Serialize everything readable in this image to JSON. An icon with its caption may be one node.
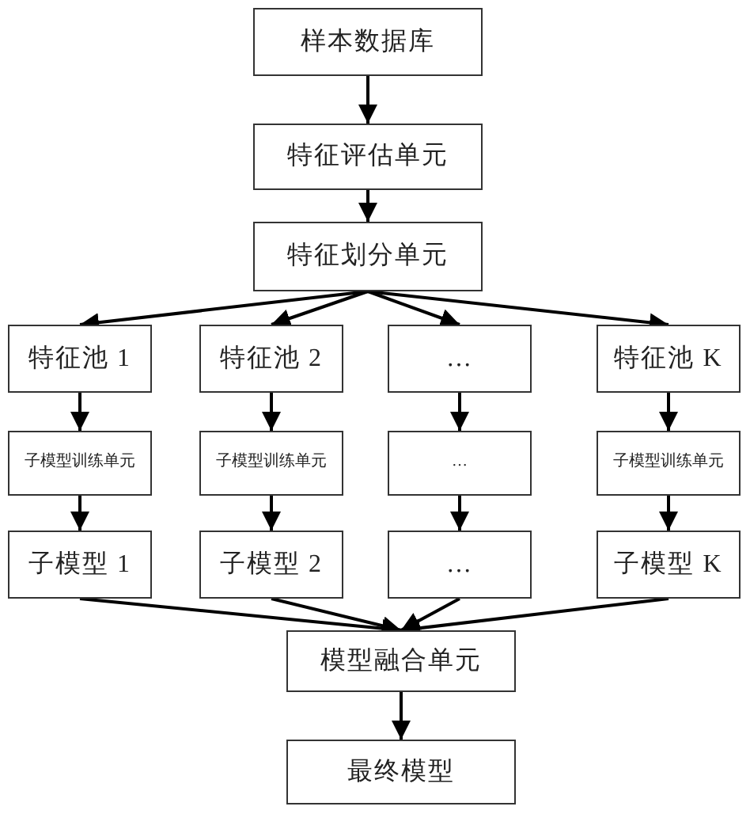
{
  "diagram": {
    "nodes": [
      {
        "text": [
          "样本数据库"
        ]
      },
      {
        "text": [
          "特征评估单元"
        ]
      },
      {
        "text": [
          "特征划分单元"
        ]
      },
      {
        "text": [
          "特征池 1"
        ]
      },
      {
        "text": [
          "特征池 2"
        ]
      },
      {
        "text": [
          "…"
        ]
      },
      {
        "text": [
          "特征池 K"
        ]
      },
      {
        "text": [
          "子模型训练单元"
        ]
      },
      {
        "text": [
          "子模型训练单元"
        ]
      },
      {
        "text": [
          "…"
        ]
      },
      {
        "text": [
          "子模型训练单元"
        ]
      },
      {
        "text": [
          "子模型 1"
        ]
      },
      {
        "text": [
          "子模型 2"
        ]
      },
      {
        "text": [
          "…"
        ]
      },
      {
        "text": [
          "子模型 K"
        ]
      },
      {
        "text": [
          "模型融合单元"
        ]
      },
      {
        "text": [
          "最终模型"
        ]
      }
    ],
    "edges": [
      {
        "from": 0,
        "to": 1,
        "arrow": "to"
      },
      {
        "from": 1,
        "to": 2,
        "arrow": "to"
      },
      {
        "from": 2,
        "to": 3,
        "arrow": "to"
      },
      {
        "from": 2,
        "to": 4,
        "arrow": "to"
      },
      {
        "from": 2,
        "to": 5,
        "arrow": "to"
      },
      {
        "from": 2,
        "to": 6,
        "arrow": "to"
      },
      {
        "from": 3,
        "to": 7,
        "arrow": "to"
      },
      {
        "from": 4,
        "to": 8,
        "arrow": "to"
      },
      {
        "from": 5,
        "to": 9,
        "arrow": "to"
      },
      {
        "from": 6,
        "to": 10,
        "arrow": "to"
      },
      {
        "from": 7,
        "to": 11,
        "arrow": "to"
      },
      {
        "from": 8,
        "to": 12,
        "arrow": "to"
      },
      {
        "from": 9,
        "to": 13,
        "arrow": "to"
      },
      {
        "from": 10,
        "to": 14,
        "arrow": "to"
      },
      {
        "from": 11,
        "to": 15,
        "arrow": "to"
      },
      {
        "from": 12,
        "to": 15,
        "arrow": "to"
      },
      {
        "from": 13,
        "to": 15,
        "arrow": "to"
      },
      {
        "from": 14,
        "to": 15,
        "arrow": "to"
      },
      {
        "from": 15,
        "to": 16,
        "arrow": "to"
      }
    ]
  }
}
